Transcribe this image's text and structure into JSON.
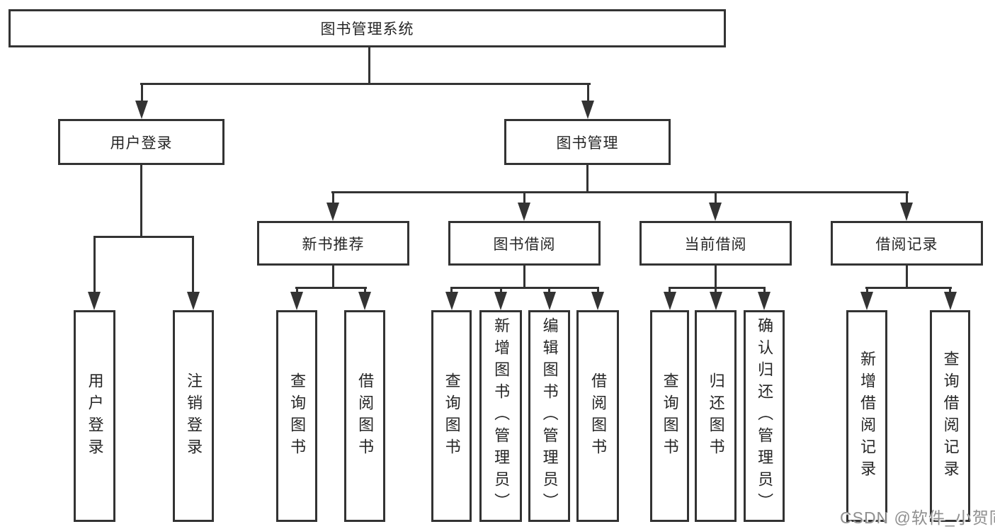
{
  "diagram": {
    "title": "图书管理系统",
    "branches": [
      {
        "label": "用户登录",
        "children": [
          {
            "label": "用户登录"
          },
          {
            "label": "注销登录"
          }
        ]
      },
      {
        "label": "图书管理",
        "children": [
          {
            "label": "新书推荐",
            "children": [
              {
                "label": "查询图书"
              },
              {
                "label": "借阅图书"
              }
            ]
          },
          {
            "label": "图书借阅",
            "children": [
              {
                "label": "查询图书"
              },
              {
                "label": "新增图书（管理员）"
              },
              {
                "label": "编辑图书（管理员）"
              },
              {
                "label": "借阅图书"
              }
            ]
          },
          {
            "label": "当前借阅",
            "children": [
              {
                "label": "查询图书"
              },
              {
                "label": "归还图书"
              },
              {
                "label": "确认归还（管理员）"
              }
            ]
          },
          {
            "label": "借阅记录",
            "children": [
              {
                "label": "新增借阅记录"
              },
              {
                "label": "查询借阅记录"
              }
            ]
          }
        ]
      }
    ]
  },
  "watermark": {
    "text": "CSDN @软件_小贺同学"
  },
  "colors": {
    "line": "#333333",
    "text": "#262626",
    "watermark": "#8f8f8f",
    "background": "#ffffff"
  }
}
